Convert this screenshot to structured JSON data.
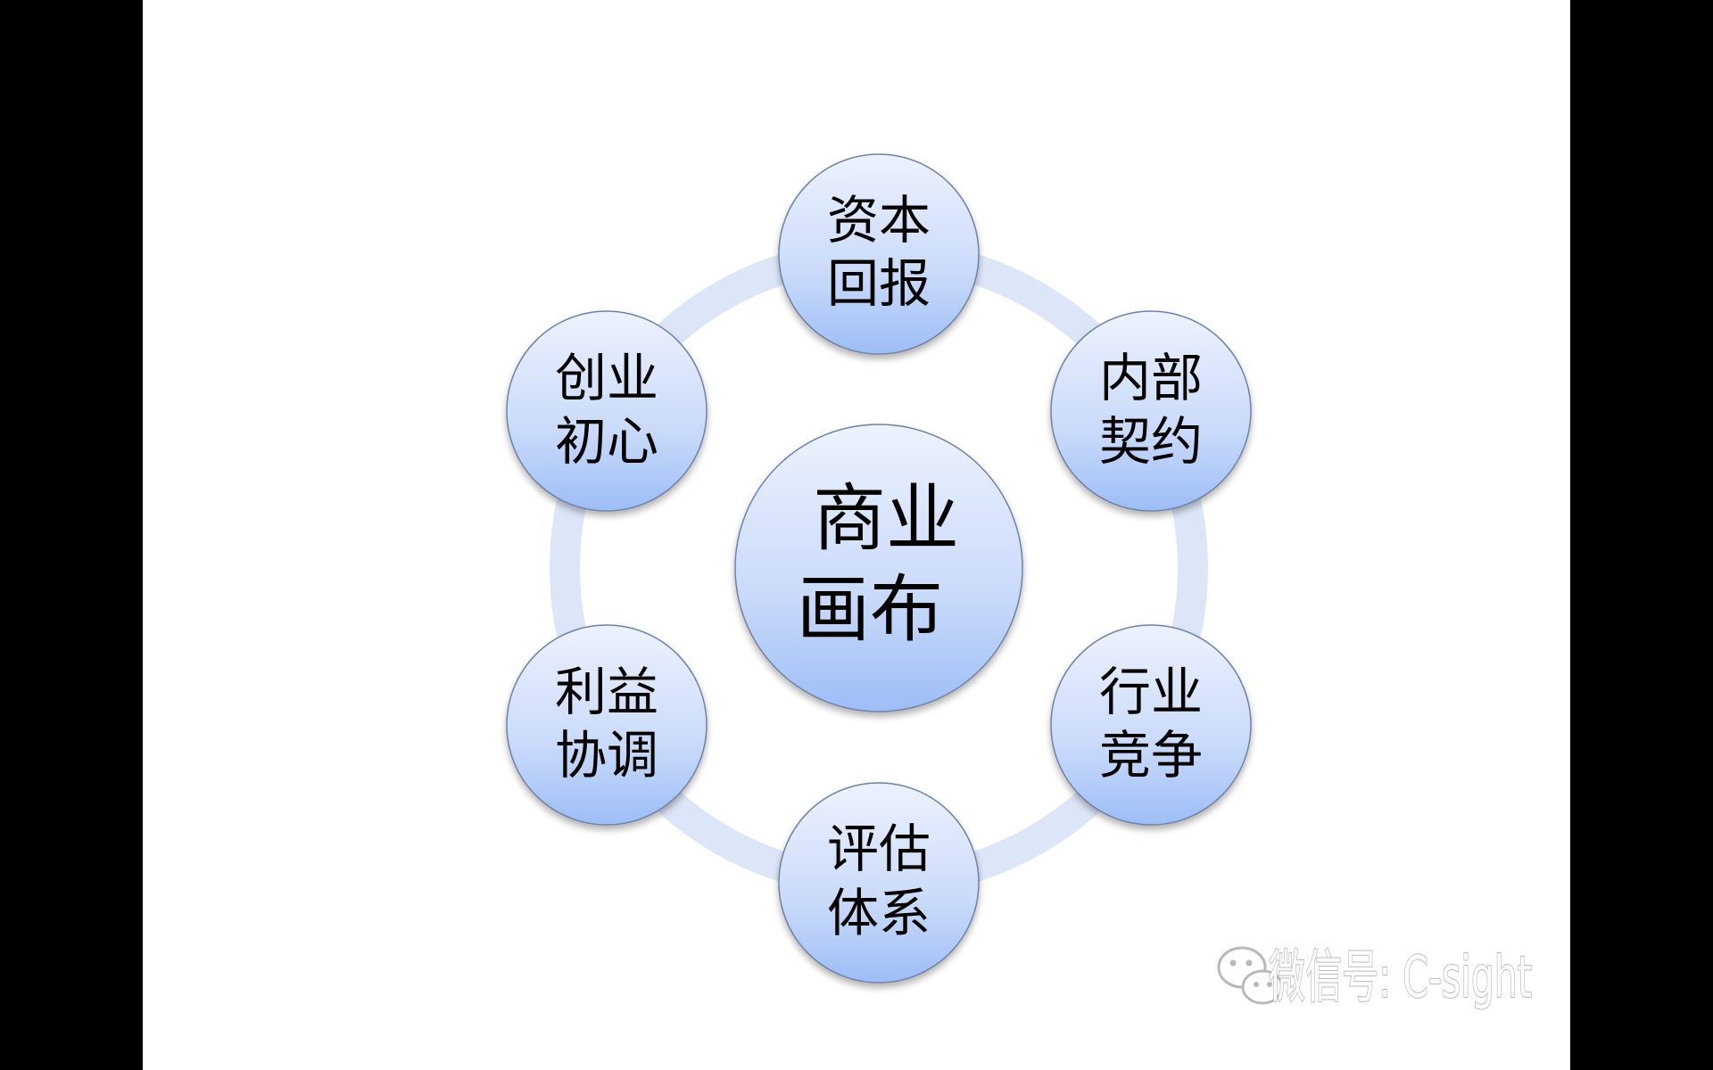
{
  "diagram": {
    "center": {
      "line1": "商业",
      "line2": "画布"
    },
    "nodes": [
      {
        "line1": "资本",
        "line2": "回报"
      },
      {
        "line1": "内部",
        "line2": "契约"
      },
      {
        "line1": "行业",
        "line2": "竞争"
      },
      {
        "line1": "评估",
        "line2": "体系"
      },
      {
        "line1": "利益",
        "line2": "协调"
      },
      {
        "line1": "创业",
        "line2": "初心"
      }
    ]
  },
  "watermark": {
    "text": "微信号: C-sight",
    "icon": "wechat-icon"
  },
  "colors": {
    "ring": "#dde6f8",
    "circle_top": "#edf2fd",
    "circle_bottom": "#9dbdf6",
    "circle_stroke": "#6d82a6",
    "slide_bg": "#ffffff",
    "letterbox": "#000000",
    "watermark_stroke": "#b9b9b9"
  }
}
